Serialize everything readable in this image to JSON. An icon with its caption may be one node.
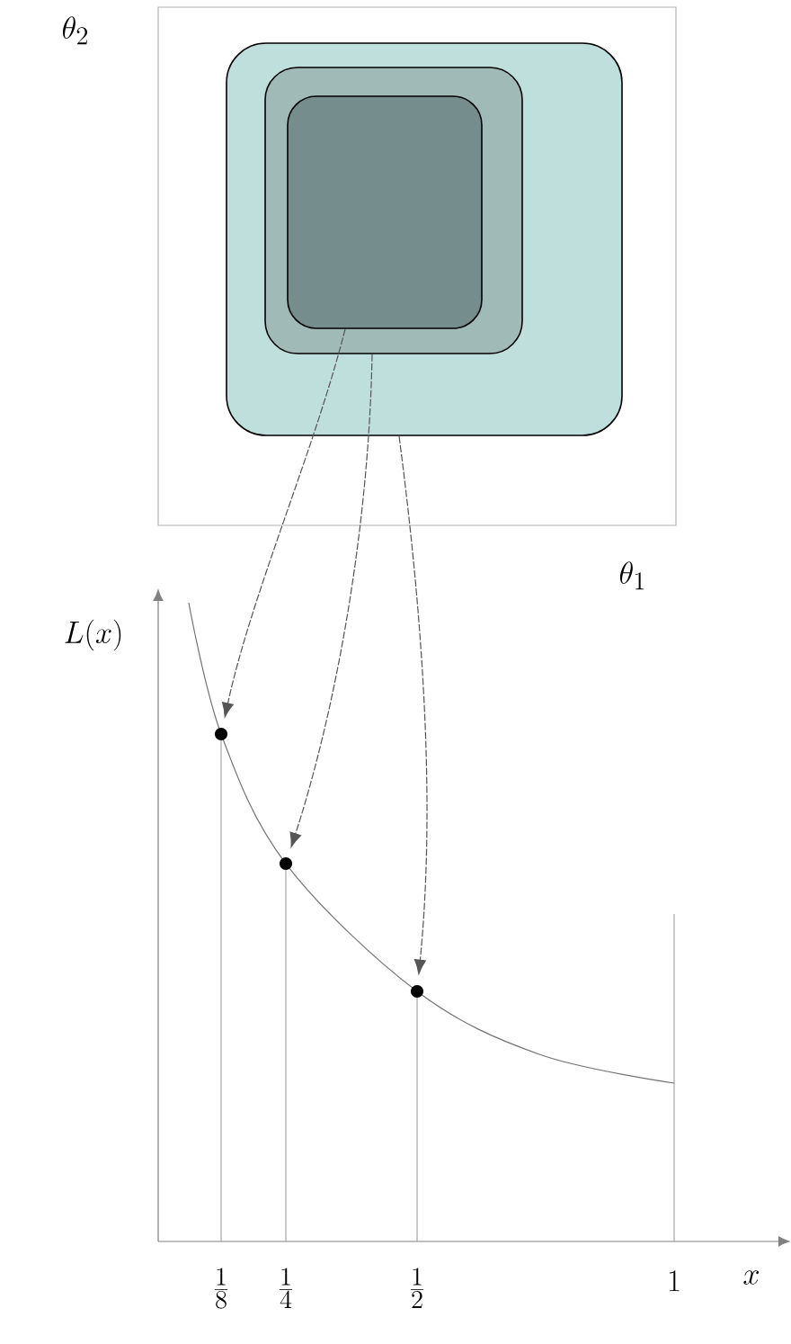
{
  "diagram": {
    "nodes": [
      {
        "text": [],
        "shape": "box"
      },
      {
        "text": [],
        "shape": "box",
        "in": 0
      },
      {
        "text": [],
        "shape": "box",
        "in": 1
      },
      {
        "text": [],
        "shape": "box",
        "in": 2
      },
      {
        "text": [],
        "shape": "circle"
      },
      {
        "text": [],
        "shape": "circle"
      },
      {
        "text": [],
        "shape": "circle"
      }
    ],
    "edges": [
      {
        "from": 3,
        "to": 4,
        "arrow": "to",
        "style": "dashed"
      },
      {
        "from": 2,
        "to": 5,
        "arrow": "to",
        "style": "dashed"
      },
      {
        "from": 1,
        "to": 6,
        "arrow": "to",
        "style": "dashed"
      }
    ],
    "labels": [
      "\\theta_2",
      "\\theta_1",
      "L(x)",
      "\\frac{1}{8}",
      "\\frac{1}{4}",
      "\\frac{1}{2}",
      "1",
      "x"
    ]
  }
}
